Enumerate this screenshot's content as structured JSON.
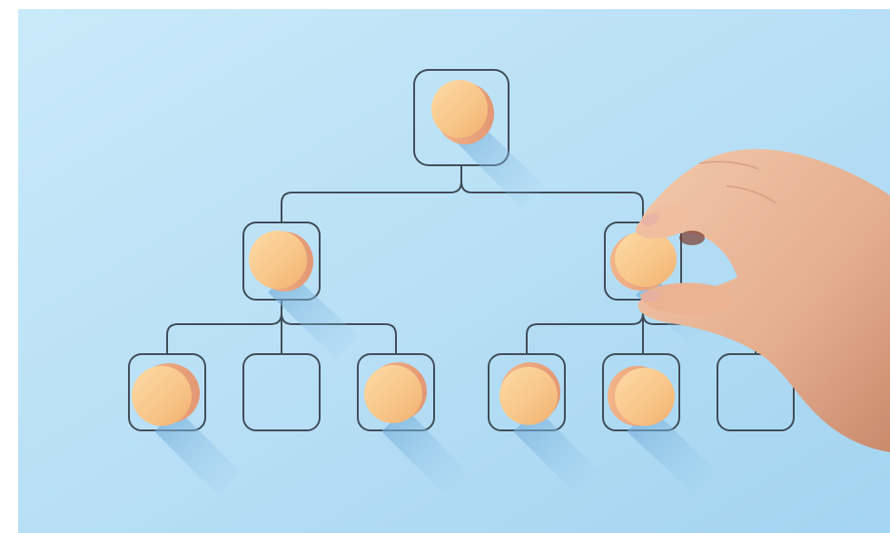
{
  "photo": {
    "subject": "org-chart-hierarchy",
    "colors": {
      "background_light": "#c5e8f8",
      "background_dark": "#9fd2ef",
      "line": "#3e4a55",
      "disc_light": "#fbd29a",
      "disc_mid": "#f6bf82",
      "disc_side": "#eba07a",
      "shadow": "#7ab3dc",
      "skin_light": "#f0c0a0",
      "skin_dark": "#cf8d6e",
      "fingernail": "#e8b4a6"
    },
    "nodes": [
      {
        "id": "root",
        "filled": true
      },
      {
        "id": "level2-left",
        "filled": true
      },
      {
        "id": "level2-right",
        "filled": true,
        "held_by_hand": true
      },
      {
        "id": "leaf-1",
        "filled": true
      },
      {
        "id": "leaf-2",
        "filled": false
      },
      {
        "id": "leaf-3",
        "filled": true
      },
      {
        "id": "leaf-4",
        "filled": true
      },
      {
        "id": "leaf-5",
        "filled": true
      },
      {
        "id": "leaf-6",
        "filled": false
      }
    ],
    "hand": {
      "visible": true,
      "action": "placing-disc"
    }
  }
}
